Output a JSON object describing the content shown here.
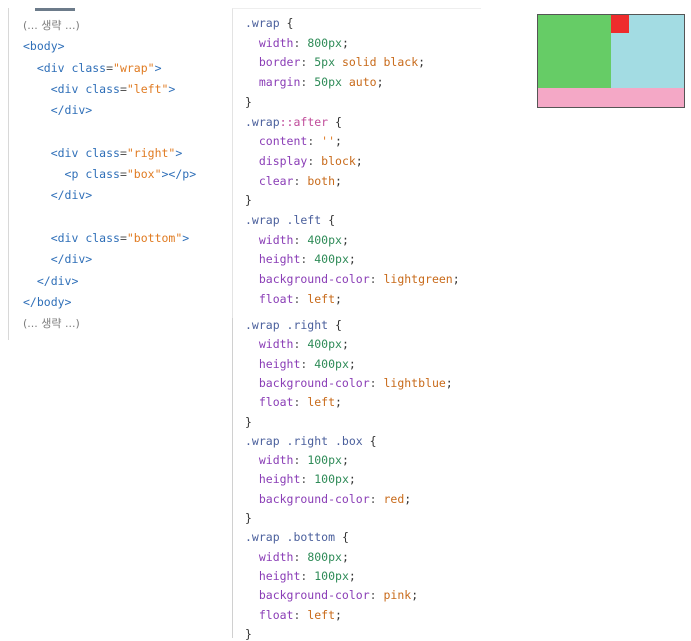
{
  "html_code": {
    "lines": [
      {
        "parts": [
          {
            "t": "(... 생략 ...)",
            "c": "note"
          }
        ]
      },
      {
        "parts": [
          {
            "t": "<body>",
            "c": "tag"
          }
        ]
      },
      {
        "parts": [
          {
            "t": "  <div ",
            "c": "tag"
          },
          {
            "t": "class",
            "c": "attr"
          },
          {
            "t": "=",
            "c": "eq"
          },
          {
            "t": "\"wrap\"",
            "c": "str"
          },
          {
            "t": ">",
            "c": "tag"
          }
        ]
      },
      {
        "parts": [
          {
            "t": "    <div ",
            "c": "tag"
          },
          {
            "t": "class",
            "c": "attr"
          },
          {
            "t": "=",
            "c": "eq"
          },
          {
            "t": "\"left\"",
            "c": "str"
          },
          {
            "t": ">",
            "c": "tag"
          }
        ]
      },
      {
        "parts": [
          {
            "t": "    </div>",
            "c": "tag"
          }
        ]
      },
      {
        "parts": [
          {
            "t": "",
            "c": "tag"
          }
        ]
      },
      {
        "parts": [
          {
            "t": "    <div ",
            "c": "tag"
          },
          {
            "t": "class",
            "c": "attr"
          },
          {
            "t": "=",
            "c": "eq"
          },
          {
            "t": "\"right\"",
            "c": "str"
          },
          {
            "t": ">",
            "c": "tag"
          }
        ]
      },
      {
        "parts": [
          {
            "t": "      <p ",
            "c": "tag"
          },
          {
            "t": "class",
            "c": "attr"
          },
          {
            "t": "=",
            "c": "eq"
          },
          {
            "t": "\"box\"",
            "c": "str"
          },
          {
            "t": "></p>",
            "c": "tag"
          }
        ]
      },
      {
        "parts": [
          {
            "t": "    </div>",
            "c": "tag"
          }
        ]
      },
      {
        "parts": [
          {
            "t": "",
            "c": "tag"
          }
        ]
      },
      {
        "parts": [
          {
            "t": "    <div ",
            "c": "tag"
          },
          {
            "t": "class",
            "c": "attr"
          },
          {
            "t": "=",
            "c": "eq"
          },
          {
            "t": "\"bottom\"",
            "c": "str"
          },
          {
            "t": ">",
            "c": "tag"
          }
        ]
      },
      {
        "parts": [
          {
            "t": "    </div>",
            "c": "tag"
          }
        ]
      },
      {
        "parts": [
          {
            "t": "  </div>",
            "c": "tag"
          }
        ]
      },
      {
        "parts": [
          {
            "t": "</body>",
            "c": "tag"
          }
        ]
      },
      {
        "parts": [
          {
            "t": "(... 생략 ...)",
            "c": "note"
          }
        ]
      }
    ]
  },
  "css_code_top": {
    "lines": [
      {
        "parts": [
          {
            "t": ".wrap ",
            "c": "sel"
          },
          {
            "t": "{",
            "c": "punct"
          }
        ]
      },
      {
        "parts": [
          {
            "t": "  width",
            "c": "prop"
          },
          {
            "t": ": ",
            "c": "colon"
          },
          {
            "t": "800px",
            "c": "num"
          },
          {
            "t": ";",
            "c": "punct"
          }
        ]
      },
      {
        "parts": [
          {
            "t": "  border",
            "c": "prop"
          },
          {
            "t": ": ",
            "c": "colon"
          },
          {
            "t": "5px",
            "c": "num"
          },
          {
            "t": " solid",
            "c": "kw"
          },
          {
            "t": " black",
            "c": "kw"
          },
          {
            "t": ";",
            "c": "punct"
          }
        ]
      },
      {
        "parts": [
          {
            "t": "  margin",
            "c": "prop"
          },
          {
            "t": ": ",
            "c": "colon"
          },
          {
            "t": "50px",
            "c": "num"
          },
          {
            "t": " auto",
            "c": "kw"
          },
          {
            "t": ";",
            "c": "punct"
          }
        ]
      },
      {
        "parts": [
          {
            "t": "}",
            "c": "punct"
          }
        ]
      },
      {
        "parts": [
          {
            "t": ".wrap",
            "c": "sel"
          },
          {
            "t": "::after ",
            "c": "pseudo"
          },
          {
            "t": "{",
            "c": "punct"
          }
        ]
      },
      {
        "parts": [
          {
            "t": "  content",
            "c": "prop"
          },
          {
            "t": ": ",
            "c": "colon"
          },
          {
            "t": "''",
            "c": "str"
          },
          {
            "t": ";",
            "c": "punct"
          }
        ]
      },
      {
        "parts": [
          {
            "t": "  display",
            "c": "prop"
          },
          {
            "t": ": ",
            "c": "colon"
          },
          {
            "t": "block",
            "c": "kw"
          },
          {
            "t": ";",
            "c": "punct"
          }
        ]
      },
      {
        "parts": [
          {
            "t": "  clear",
            "c": "prop"
          },
          {
            "t": ": ",
            "c": "colon"
          },
          {
            "t": "both",
            "c": "kw"
          },
          {
            "t": ";",
            "c": "punct"
          }
        ]
      },
      {
        "parts": [
          {
            "t": "}",
            "c": "punct"
          }
        ]
      },
      {
        "parts": [
          {
            "t": ".wrap .left ",
            "c": "sel"
          },
          {
            "t": "{",
            "c": "punct"
          }
        ]
      },
      {
        "parts": [
          {
            "t": "  width",
            "c": "prop"
          },
          {
            "t": ": ",
            "c": "colon"
          },
          {
            "t": "400px",
            "c": "num"
          },
          {
            "t": ";",
            "c": "punct"
          }
        ]
      },
      {
        "parts": [
          {
            "t": "  height",
            "c": "prop"
          },
          {
            "t": ": ",
            "c": "colon"
          },
          {
            "t": "400px",
            "c": "num"
          },
          {
            "t": ";",
            "c": "punct"
          }
        ]
      },
      {
        "parts": [
          {
            "t": "  background-color",
            "c": "prop"
          },
          {
            "t": ": ",
            "c": "colon"
          },
          {
            "t": "lightgreen",
            "c": "kw"
          },
          {
            "t": ";",
            "c": "punct"
          }
        ]
      },
      {
        "parts": [
          {
            "t": "  float",
            "c": "prop"
          },
          {
            "t": ": ",
            "c": "colon"
          },
          {
            "t": "left",
            "c": "kw"
          },
          {
            "t": ";",
            "c": "punct"
          }
        ]
      }
    ]
  },
  "css_code_bottom": {
    "lines": [
      {
        "parts": [
          {
            "t": ".wrap .right ",
            "c": "sel"
          },
          {
            "t": "{",
            "c": "punct"
          }
        ]
      },
      {
        "parts": [
          {
            "t": "  width",
            "c": "prop"
          },
          {
            "t": ": ",
            "c": "colon"
          },
          {
            "t": "400px",
            "c": "num"
          },
          {
            "t": ";",
            "c": "punct"
          }
        ]
      },
      {
        "parts": [
          {
            "t": "  height",
            "c": "prop"
          },
          {
            "t": ": ",
            "c": "colon"
          },
          {
            "t": "400px",
            "c": "num"
          },
          {
            "t": ";",
            "c": "punct"
          }
        ]
      },
      {
        "parts": [
          {
            "t": "  background-color",
            "c": "prop"
          },
          {
            "t": ": ",
            "c": "colon"
          },
          {
            "t": "lightblue",
            "c": "kw"
          },
          {
            "t": ";",
            "c": "punct"
          }
        ]
      },
      {
        "parts": [
          {
            "t": "  float",
            "c": "prop"
          },
          {
            "t": ": ",
            "c": "colon"
          },
          {
            "t": "left",
            "c": "kw"
          },
          {
            "t": ";",
            "c": "punct"
          }
        ]
      },
      {
        "parts": [
          {
            "t": "}",
            "c": "punct"
          }
        ]
      },
      {
        "parts": [
          {
            "t": ".wrap .right .box ",
            "c": "sel"
          },
          {
            "t": "{",
            "c": "punct"
          }
        ]
      },
      {
        "parts": [
          {
            "t": "  width",
            "c": "prop"
          },
          {
            "t": ": ",
            "c": "colon"
          },
          {
            "t": "100px",
            "c": "num"
          },
          {
            "t": ";",
            "c": "punct"
          }
        ]
      },
      {
        "parts": [
          {
            "t": "  height",
            "c": "prop"
          },
          {
            "t": ": ",
            "c": "colon"
          },
          {
            "t": "100px",
            "c": "num"
          },
          {
            "t": ";",
            "c": "punct"
          }
        ]
      },
      {
        "parts": [
          {
            "t": "  background-color",
            "c": "prop"
          },
          {
            "t": ": ",
            "c": "colon"
          },
          {
            "t": "red",
            "c": "kw"
          },
          {
            "t": ";",
            "c": "punct"
          }
        ]
      },
      {
        "parts": [
          {
            "t": "}",
            "c": "punct"
          }
        ]
      },
      {
        "parts": [
          {
            "t": ".wrap .bottom ",
            "c": "sel"
          },
          {
            "t": "{",
            "c": "punct"
          }
        ]
      },
      {
        "parts": [
          {
            "t": "  width",
            "c": "prop"
          },
          {
            "t": ": ",
            "c": "colon"
          },
          {
            "t": "800px",
            "c": "num"
          },
          {
            "t": ";",
            "c": "punct"
          }
        ]
      },
      {
        "parts": [
          {
            "t": "  height",
            "c": "prop"
          },
          {
            "t": ": ",
            "c": "colon"
          },
          {
            "t": "100px",
            "c": "num"
          },
          {
            "t": ";",
            "c": "punct"
          }
        ]
      },
      {
        "parts": [
          {
            "t": "  background-color",
            "c": "prop"
          },
          {
            "t": ": ",
            "c": "colon"
          },
          {
            "t": "pink",
            "c": "kw"
          },
          {
            "t": ";",
            "c": "punct"
          }
        ]
      },
      {
        "parts": [
          {
            "t": "  float",
            "c": "prop"
          },
          {
            "t": ": ",
            "c": "colon"
          },
          {
            "t": "left",
            "c": "kw"
          },
          {
            "t": ";",
            "c": "punct"
          }
        ]
      },
      {
        "parts": [
          {
            "t": "}",
            "c": "punct"
          }
        ]
      }
    ]
  },
  "preview": {
    "border_color": "#555555",
    "left_color": "#66cc66",
    "right_color": "#a3dce3",
    "box_color": "#ee2c2c",
    "bottom_color": "#f4a8c6"
  }
}
